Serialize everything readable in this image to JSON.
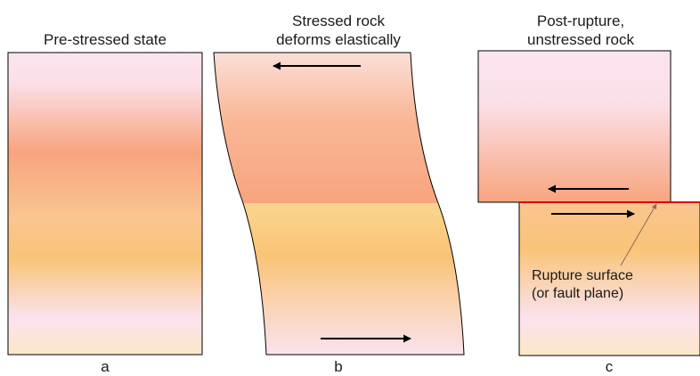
{
  "panels": [
    {
      "title_line1": "Pre-stressed state",
      "title_line2": "",
      "label": "a"
    },
    {
      "title_line1": "Stressed rock",
      "title_line2": "deforms elastically",
      "label": "b"
    },
    {
      "title_line1": "Post-rupture,",
      "title_line2": "unstressed rock",
      "label": "c"
    }
  ],
  "annotation": {
    "line1": "Rupture surface",
    "line2": "(or fault plane)"
  },
  "colors": {
    "pink": "#fbe4ef",
    "salmon": "#f8a47e",
    "yellow": "#f9c477",
    "cream": "#fbe8c8",
    "outline": "#000000",
    "fault": "#e00000"
  }
}
